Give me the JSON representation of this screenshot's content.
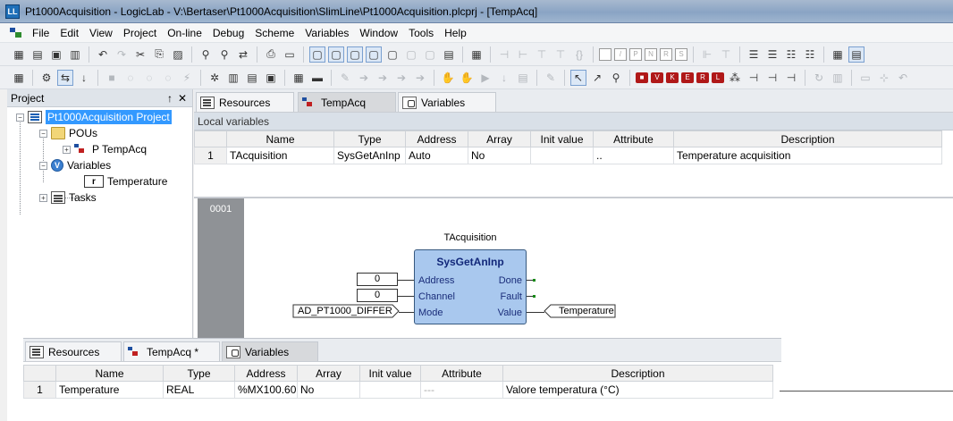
{
  "window": {
    "title": "Pt1000Acquisition - LogicLab - V:\\Bertaser\\Pt1000Acquisition\\SlimLine\\Pt1000Acquisition.plcprj - [TempAcq]",
    "app_icon_glyph": "LL"
  },
  "menu": [
    "File",
    "Edit",
    "View",
    "Project",
    "On-line",
    "Debug",
    "Scheme",
    "Variables",
    "Window",
    "Tools",
    "Help"
  ],
  "project_panel": {
    "title": "Project",
    "pin_glyph": "↑",
    "close_glyph": "✕",
    "tree": {
      "root": "Pt1000Acquisition Project",
      "pous": "POUs",
      "pou_item": "TempAcq",
      "pou_item_prefix": "P",
      "variables": "Variables",
      "var_item": "Temperature",
      "var_item_icon": "r",
      "tasks": "Tasks"
    }
  },
  "editor": {
    "tabs": [
      {
        "label": "Resources",
        "icon": "resources-icon"
      },
      {
        "label": "TempAcq",
        "icon": "pou-icon"
      },
      {
        "label": "Variables",
        "icon": "variables-icon"
      }
    ],
    "local_vars_title": "Local variables",
    "columns": [
      "Name",
      "Type",
      "Address",
      "Array",
      "Init value",
      "Attribute",
      "Description"
    ],
    "rows": [
      {
        "num": "1",
        "name": "TAcquisition",
        "type": "SysGetAnInp",
        "address": "Auto",
        "array": "No",
        "init": "",
        "attribute": "..",
        "description": "Temperature acquisition"
      }
    ],
    "ld": {
      "rung_number": "0001",
      "instance": "TAcquisition",
      "block_name": "SysGetAnInp",
      "inputs": [
        "Address",
        "Channel",
        "Mode"
      ],
      "outputs": [
        "Done",
        "Fault",
        "Value"
      ],
      "const_address": "0",
      "const_channel": "0",
      "mode_var": "AD_PT1000_DIFFER",
      "value_var": "Temperature"
    }
  },
  "lower_window": {
    "tabs": [
      {
        "label": "Resources",
        "icon": "resources-icon"
      },
      {
        "label": "TempAcq *",
        "icon": "pou-icon"
      },
      {
        "label": "Variables",
        "icon": "variables-icon"
      }
    ],
    "columns": [
      "Name",
      "Type",
      "Address",
      "Array",
      "Init value",
      "Attribute",
      "Description"
    ],
    "rows": [
      {
        "num": "1",
        "name": "Temperature",
        "type": "REAL",
        "address": "%MX100.60",
        "array": "No",
        "init": "",
        "attribute": "---",
        "description": "Valore temperatura (°C)"
      }
    ]
  }
}
